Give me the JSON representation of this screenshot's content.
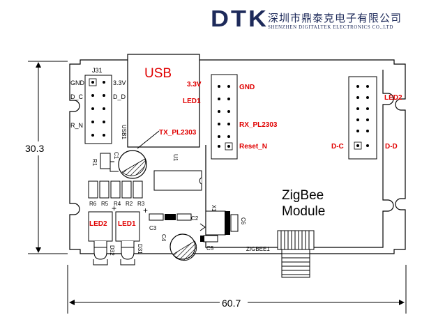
{
  "brand": {
    "name": "DTK",
    "name_cn": "深圳市鼎泰克电子有限公司",
    "name_en": "SHENZHEN DIGITALTEK ELECTRONICS CO.,LTD"
  },
  "dimensions": {
    "height": "30.3",
    "width": "60.7"
  },
  "labels": {
    "usb": "USB",
    "zigbee_line1": "ZigBee",
    "zigbee_line2": "Module",
    "j31": "J31",
    "gnd_left": "GND",
    "v33_left": "3.3V",
    "d_c_left": "D_C",
    "d_d_left": "D_D",
    "r_n_left": "R_N",
    "usb1": "USB1",
    "u1": "U1",
    "r1": "R1",
    "c1": "C1",
    "x1": "X1",
    "c2": "C2",
    "c3": "C3",
    "c4": "C4",
    "c5": "C5",
    "c6": "C6",
    "zigbee1": "ZIGBEE1",
    "r6": "R6",
    "r5": "R5",
    "r4": "R4",
    "r2": "R2",
    "r3": "R3",
    "d32": "D32",
    "d31": "D31",
    "plus": "+"
  },
  "red_labels": {
    "v33": "3.3V",
    "led1_top": "LED1",
    "tx": "TX_PL2303",
    "gnd": "GND",
    "rx": "RX_PL2303",
    "reset": "Reset_N",
    "led2_right": "LED2",
    "dc": "D-C",
    "dd": "D-D",
    "led2_bottom": "LED2",
    "led1_bottom": "LED1"
  },
  "colors": {
    "accent_red": "#e00000",
    "brand_navy": "#1d2a5a",
    "ink": "#000000"
  }
}
